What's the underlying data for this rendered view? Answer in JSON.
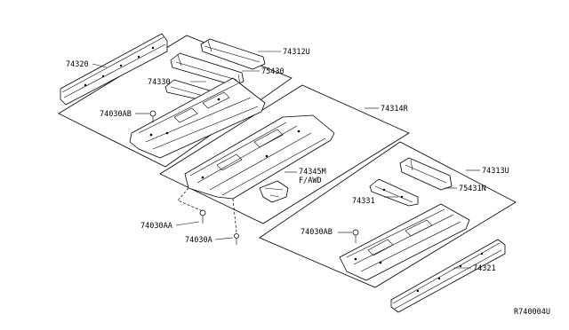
{
  "labels": {
    "p74320": "74320",
    "p74312U": "74312U",
    "p75430": "75430",
    "p74330": "74330",
    "p74030AB_top": "74030AB",
    "p74314R": "74314R",
    "p74345M": "74345M",
    "f_awd": "F/AWD",
    "p74313U": "74313U",
    "p75431N": "75431N",
    "p74331": "74331",
    "p74030AB_bottom": "74030AB",
    "p74030AA": "74030AA",
    "p74030A": "74030A",
    "p74321": "74321",
    "diagram_code": "R740004U"
  }
}
